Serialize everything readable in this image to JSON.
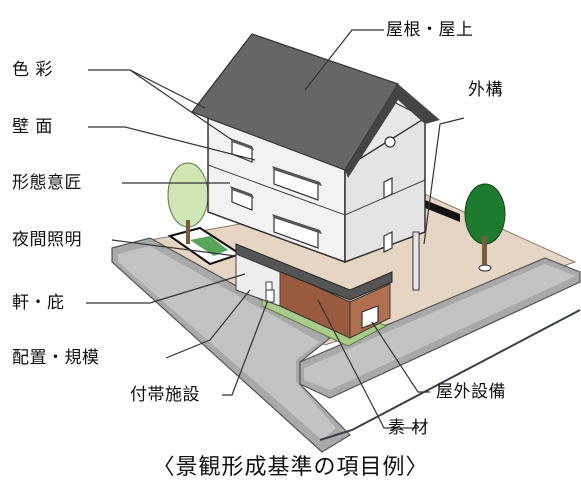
{
  "labels": {
    "roof": "屋根・屋上",
    "color": "色 彩",
    "wall": "壁 面",
    "form": "形態意匠",
    "night": "夜間照明",
    "eaves": "軒・庇",
    "layout": "配置・規模",
    "exterior": "外構",
    "annex": "付帯施設",
    "outdoor_equipment": "屋外設備",
    "material": "素 材"
  },
  "caption": "〈景観形成基準の項目例〉"
}
